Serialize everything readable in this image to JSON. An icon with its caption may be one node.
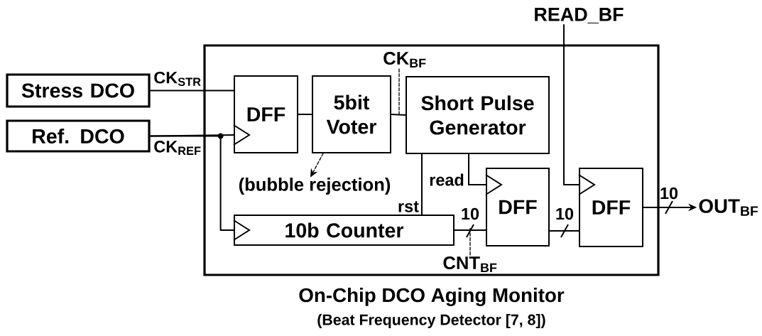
{
  "diagram": {
    "nodes": [
      {
        "text": [
          "On-Chip DCO Aging Monitor",
          "(Beat Frequency Detector [7, 8])"
        ]
      },
      {
        "text": [
          "Stress DCO"
        ]
      },
      {
        "text": [
          "Ref. DCO"
        ]
      },
      {
        "text": [
          "DFF"
        ],
        "in": 0
      },
      {
        "text": [
          "5bit Voter"
        ],
        "in": 0
      },
      {
        "text": [
          "Short Pulse Generator"
        ],
        "in": 0
      },
      {
        "text": [
          "10b Counter"
        ],
        "in": 0
      },
      {
        "text": [
          "DFF"
        ],
        "in": 0
      },
      {
        "text": [
          "DFF"
        ],
        "in": 0
      },
      {
        "text": [
          "READ_BF"
        ]
      },
      {
        "text": [
          "OUT$_{BF}$"
        ]
      },
      {
        "text": [
          "(bubble rejection)"
        ],
        "in": 0
      },
      {
        "text": [
          "CK$_{BF}$"
        ],
        "in": 0
      },
      {
        "text": [
          "CNT$_{BF}$"
        ],
        "in": 0
      }
    ],
    "edges": [
      {
        "from": 1,
        "to": 3,
        "arrow": "none",
        "label": "CK$_{STR}$"
      },
      {
        "from": 2,
        "to": 3,
        "arrow": "to",
        "label": "CK$_{REF}$"
      },
      {
        "from": 2,
        "to": 6,
        "arrow": "to"
      },
      {
        "from": 3,
        "to": 4,
        "arrow": "none"
      },
      {
        "from": 4,
        "to": 5,
        "arrow": "none"
      },
      {
        "from": 5,
        "to": 6,
        "arrow": "none",
        "label": "rst"
      },
      {
        "from": 5,
        "to": 7,
        "arrow": "to",
        "label": "read"
      },
      {
        "from": 6,
        "to": 7,
        "arrow": "none",
        "label": "10"
      },
      {
        "from": 7,
        "to": 8,
        "arrow": "none",
        "label": "10"
      },
      {
        "from": 9,
        "to": 8,
        "arrow": "to"
      },
      {
        "from": 8,
        "to": 10,
        "arrow": "to",
        "label": "10"
      },
      {
        "from": 4,
        "to": 11,
        "arrow": "to",
        "style": "dashed"
      },
      {
        "from": 12,
        "to": 5,
        "arrow": "none",
        "style": "dashed"
      },
      {
        "from": 13,
        "to": null,
        "arrow": "none",
        "style": "dashed"
      }
    ]
  }
}
